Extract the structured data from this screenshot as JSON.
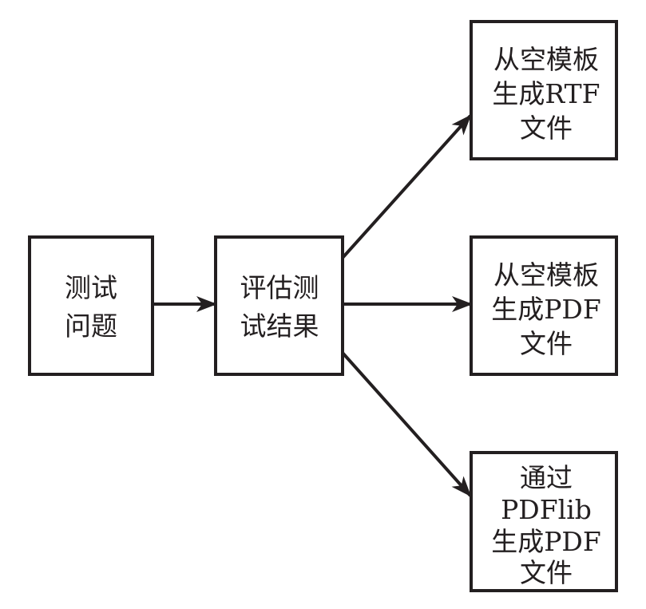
{
  "nodes": [
    {
      "id": "test-question",
      "lines": [
        "测试",
        "问题"
      ]
    },
    {
      "id": "evaluate-results",
      "lines": [
        "评估测",
        "试结果"
      ]
    },
    {
      "id": "rtf-from-template",
      "lines": [
        "从空模板",
        "生成RTF",
        "文件"
      ]
    },
    {
      "id": "pdf-from-template",
      "lines": [
        "从空模板",
        "生成PDF",
        "文件"
      ]
    },
    {
      "id": "pdf-via-pdflib",
      "lines": [
        "通过",
        "PDFlib",
        "生成PDF",
        "文件"
      ]
    }
  ],
  "edges": [
    {
      "from": "test-question",
      "to": "evaluate-results"
    },
    {
      "from": "evaluate-results",
      "to": "rtf-from-template"
    },
    {
      "from": "evaluate-results",
      "to": "pdf-from-template"
    },
    {
      "from": "evaluate-results",
      "to": "pdf-via-pdflib"
    }
  ],
  "colors": {
    "stroke": "#231f20",
    "background": "#ffffff"
  }
}
